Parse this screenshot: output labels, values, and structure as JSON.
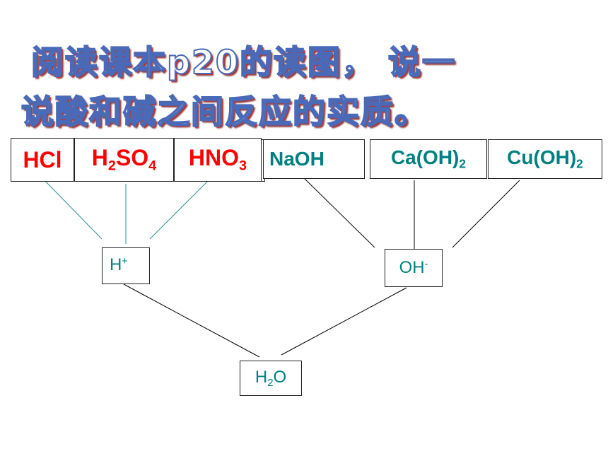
{
  "title": {
    "line1": "阅读课本p20的读图， 说一",
    "line2": "说酸和碱之间反应的实质。"
  },
  "acids": [
    {
      "main": "HCl"
    },
    {
      "parts": [
        "H",
        "2",
        "SO",
        "4"
      ]
    },
    {
      "parts": [
        "HNO",
        "3"
      ]
    }
  ],
  "bases": [
    {
      "main": "NaOH"
    },
    {
      "parts": [
        "Ca(OH)",
        "2"
      ]
    },
    {
      "parts": [
        "Cu(OH)",
        "2"
      ]
    }
  ],
  "ions": {
    "h_plus": {
      "base": "H",
      "sup": "+"
    },
    "oh_minus": {
      "base": "OH",
      "sup": "-"
    }
  },
  "product": {
    "parts": [
      "H",
      "2",
      "O"
    ]
  },
  "colors": {
    "acid_text": "#ff0000",
    "base_text": "#008080",
    "acid_link": "#2f8f8f",
    "base_link": "#000000",
    "title_fill": "#ffffff",
    "title_outline": "#4a6ab8",
    "title_shadow": "#b03a3a"
  }
}
